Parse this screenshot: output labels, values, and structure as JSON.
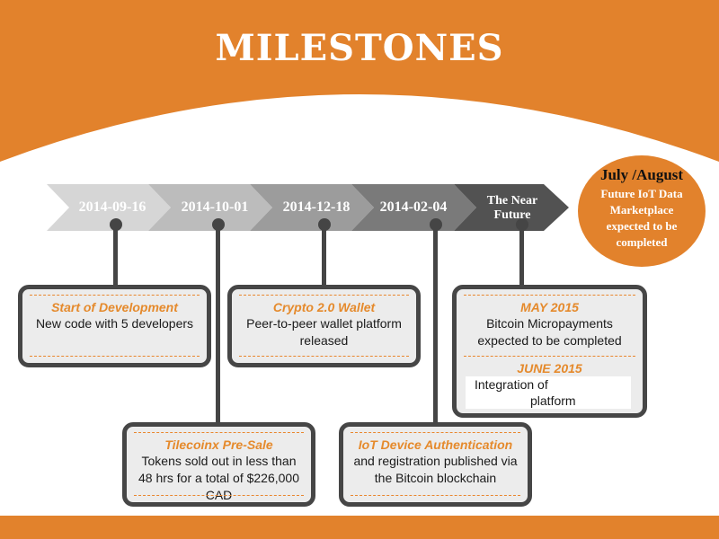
{
  "title": "MILESTONES",
  "colors": {
    "orange": "#e2822c",
    "dark": "#464646",
    "box_fill": "#ececec"
  },
  "timeline": [
    {
      "label": "2014-09-16"
    },
    {
      "label": "2014-10-01"
    },
    {
      "label": "2014-12-18"
    },
    {
      "label": "2014-02-04"
    },
    {
      "label": "The Near Future"
    }
  ],
  "future": {
    "title": "July /August",
    "body": "Future IoT Data Marketplace expected to be completed"
  },
  "boxes": {
    "start": {
      "heading": "Start of Development",
      "body": "New code with 5 developers"
    },
    "presale": {
      "heading": "Tilecoinx Pre-Sale",
      "body": "Tokens sold out in less than 48 hrs for a total of $226,000 CAD"
    },
    "wallet": {
      "heading": "Crypto 2.0 Wallet",
      "body": "Peer-to-peer wallet platform released"
    },
    "iot": {
      "heading": "IoT Device Authentication",
      "body": "and registration published via the Bitcoin blockchain"
    },
    "future_box": {
      "heading1": "MAY 2015",
      "body1": "Bitcoin Micropayments expected to be completed",
      "heading2": "JUNE 2015",
      "body2_line1": "Integration of",
      "body2_line2": "platform"
    }
  }
}
